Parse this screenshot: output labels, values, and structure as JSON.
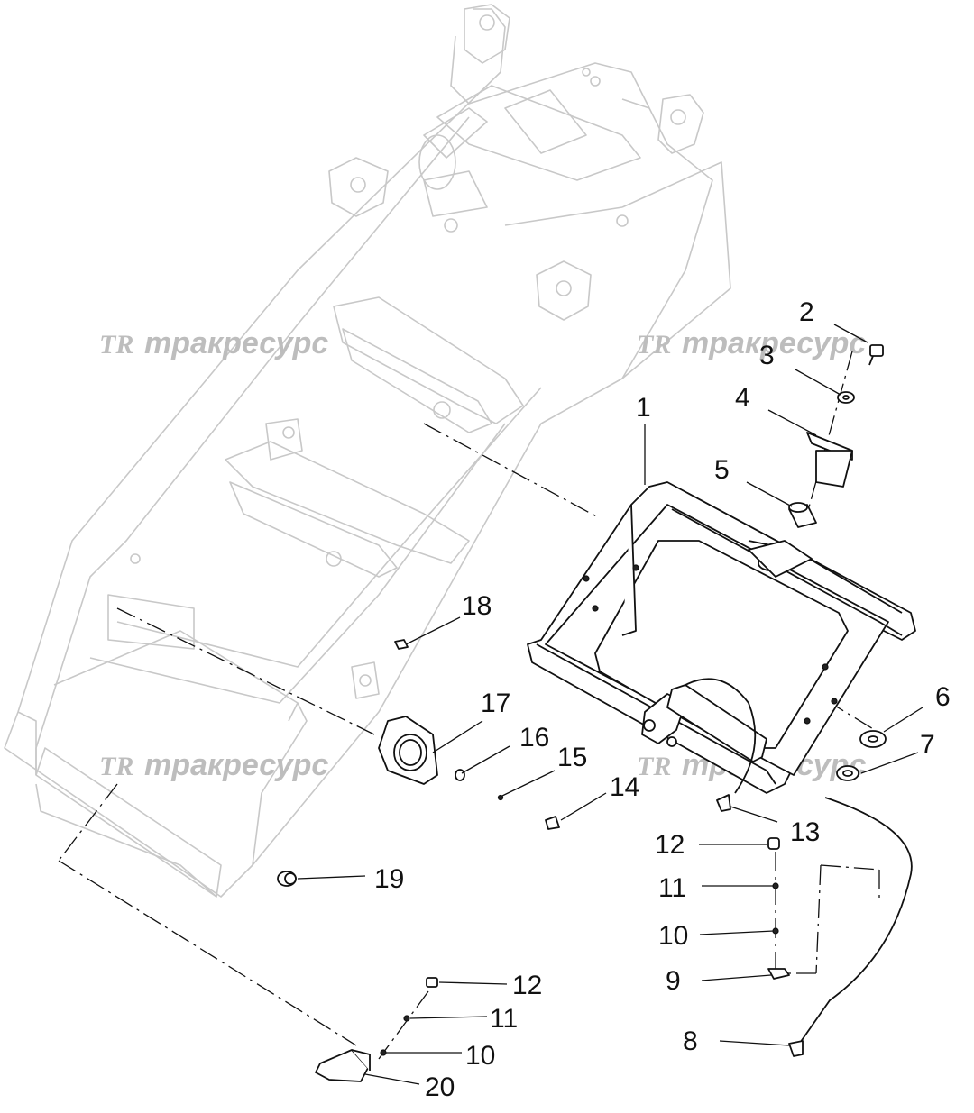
{
  "watermark": {
    "text": "тракресурс"
  },
  "callouts": [
    "1",
    "2",
    "3",
    "4",
    "5",
    "6",
    "7",
    "8",
    "9",
    "10",
    "11",
    "12",
    "13",
    "14",
    "15",
    "16",
    "17",
    "18",
    "19",
    "20"
  ],
  "callouts_lower": [
    "12",
    "11",
    "10"
  ]
}
